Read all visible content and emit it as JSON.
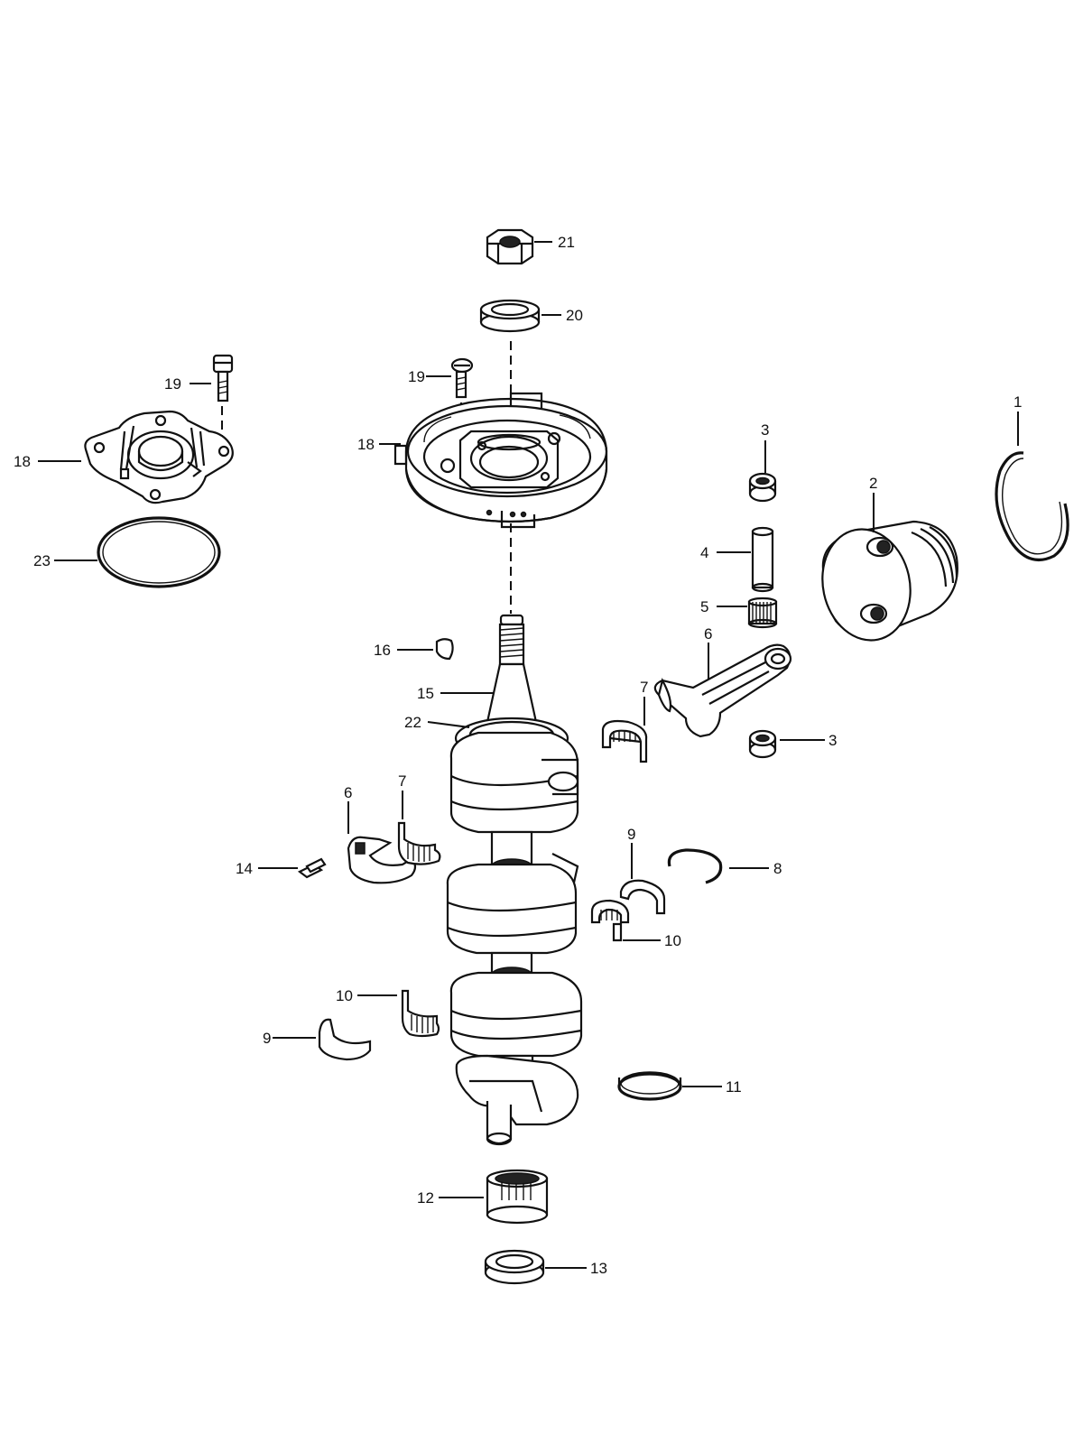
{
  "callouts": {
    "c1": "1",
    "c2": "2",
    "c3_upper": "3",
    "c3_lower": "3",
    "c4": "4",
    "c5": "5",
    "c6_rod": "6",
    "c6_cap": "6",
    "c7_right": "7",
    "c7_left": "7",
    "c8": "8",
    "c9_right": "9",
    "c9_left": "9",
    "c10_right": "10",
    "c10_left": "10",
    "c11": "11",
    "c12": "12",
    "c13": "13",
    "c14": "14",
    "c15": "15",
    "c16": "16",
    "c18_left": "18",
    "c18_center": "18",
    "c19_left": "19",
    "c19_center": "19",
    "c20": "20",
    "c21": "21",
    "c22": "22",
    "c23": "23"
  }
}
